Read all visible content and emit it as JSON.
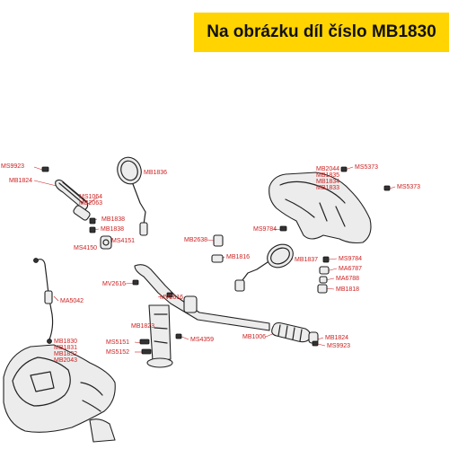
{
  "header": {
    "title": "Na obrázku díl číslo MB1830",
    "banner_color": "#ffd400"
  },
  "colors": {
    "label": "#cc1f1f",
    "line": "#222222"
  },
  "labels": {
    "ms9923_top": "MS9923",
    "mb1824_left": "MB1824",
    "mb1836": "MB1836",
    "ms1064": "MS1064",
    "mb2063": "MB2063",
    "mb1838_a": "MB1838",
    "mb1838_b": "MB1838",
    "ms4151": "MS4151",
    "ms4150": "MS4150",
    "mb2044": "MB2044",
    "mb1835": "MB1835",
    "mb1834": "MB1834",
    "mb1833": "MB1833",
    "ms5373_a": "MS5373",
    "ms5373_b": "MS5373",
    "ms9784_a": "MS9784",
    "mb2638": "MB2638",
    "mb1816": "MB1816",
    "mb1837": "MB1837",
    "ms9784_b": "MS9784",
    "ma6787": "MA6787",
    "ma6788": "MA6788",
    "mb1818": "MB1818",
    "mv2616_a": "MV2616",
    "mv2616_b": "MV2616",
    "ma5042": "MA5042",
    "mb1823": "MB1823",
    "mb1006": "MB1006",
    "mb1824_right": "MB1824",
    "ms9923_bottom": "MS9923",
    "ms4359": "MS4359",
    "mb1830": "MB1830",
    "mb1831": "MB1831",
    "mb1832": "MB1832",
    "mb2043": "MB2043",
    "ms5151": "MS5151",
    "ms5152": "MS5152"
  }
}
